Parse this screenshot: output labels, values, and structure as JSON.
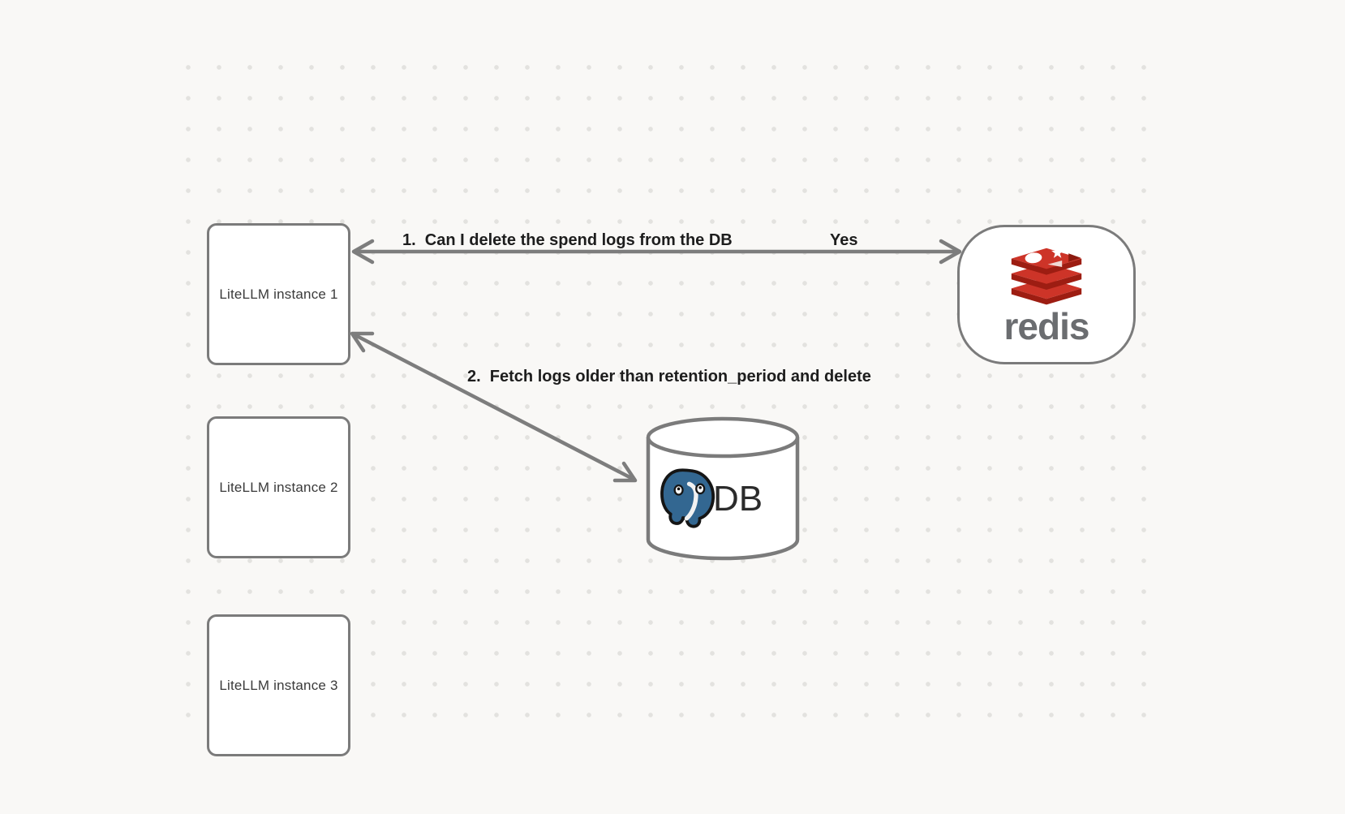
{
  "diagram": {
    "background_color": "#f9f8f6",
    "dot_color": "#e3e2df",
    "stroke_color": "#7b7b7b",
    "label_color": "#1d1d1d"
  },
  "instances": [
    {
      "label": "LiteLLM instance 1"
    },
    {
      "label": "LiteLLM instance 2"
    },
    {
      "label": "LiteLLM instance 3"
    }
  ],
  "redis": {
    "wordmark": "redis",
    "icon": "redis-stack-icon",
    "red": "#cd3428",
    "red_dark": "#9d1d12",
    "wordmark_color": "#6b6d70"
  },
  "database": {
    "label": "DB",
    "icon": "postgresql-elephant-icon",
    "blue": "#336791"
  },
  "arrows": [
    {
      "name": "instance1-redis",
      "style": "double-headed",
      "labels": {
        "question": "1.  Can I delete the spend logs from the DB",
        "answer": "Yes"
      }
    },
    {
      "name": "instance1-db",
      "style": "double-headed",
      "labels": {
        "action": "2.  Fetch logs older than retention_period and delete"
      }
    }
  ]
}
